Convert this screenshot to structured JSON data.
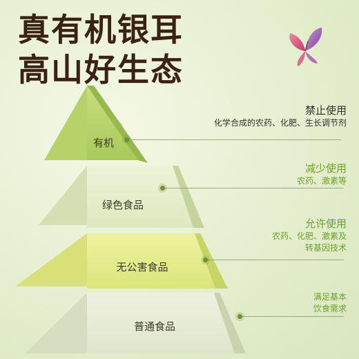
{
  "headline": {
    "line1": "真有机银耳",
    "line2": "高山好生态"
  },
  "pyramid": {
    "tiers": [
      {
        "label": "有机"
      },
      {
        "label": "绿色食品"
      },
      {
        "label": "无公害食品"
      },
      {
        "label": "普通食品"
      }
    ]
  },
  "notes": [
    {
      "title": "禁止使用",
      "lines": [
        "化学合成的农药、化肥、生长调节剂"
      ]
    },
    {
      "title": "减少使用",
      "lines": [
        "农药、激素等"
      ]
    },
    {
      "title": "允许使用",
      "lines": [
        "农药、化肥、激素及",
        "转基因技术"
      ]
    },
    {
      "title": "满足基本",
      "lines": [
        "饮食需求"
      ]
    }
  ],
  "colors": {
    "headline": "#3a2212",
    "accent_green": "#6da02c",
    "butterfly_pink": "#d9537e",
    "butterfly_purple": "#9b5aa6"
  },
  "icons": [
    "butterfly-icon"
  ]
}
